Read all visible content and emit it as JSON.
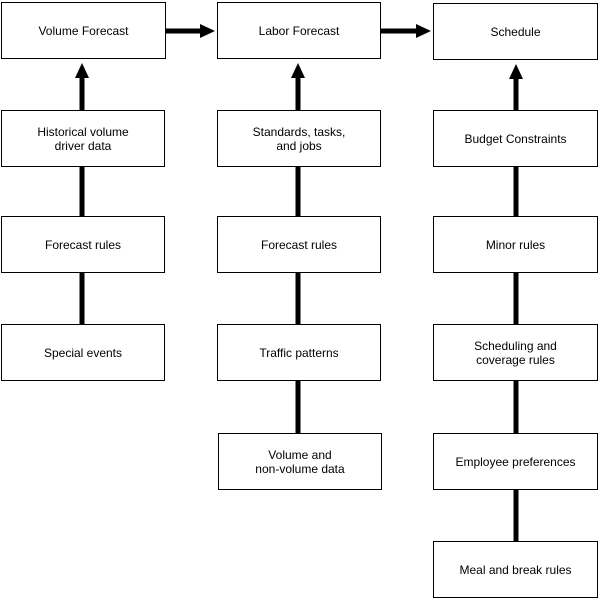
{
  "diagram": {
    "top_row": {
      "volume_forecast": "Volume Forecast",
      "labor_forecast": "Labor Forecast",
      "schedule": "Schedule"
    },
    "volume_column": {
      "historical": "Historical volume\ndriver data",
      "forecast_rules": "Forecast rules",
      "special_events": "Special events"
    },
    "labor_column": {
      "standards": "Standards, tasks,\nand jobs",
      "forecast_rules": "Forecast rules",
      "traffic_patterns": "Traffic patterns",
      "volume_data": "Volume and\nnon-volume data"
    },
    "schedule_column": {
      "budget": "Budget Constraints",
      "minor_rules": "Minor rules",
      "scheduling_coverage": "Scheduling and\ncoverage rules",
      "employee_preferences": "Employee preferences",
      "meal_break": "Meal and break rules"
    },
    "colors": {
      "line": "#000000",
      "box_border": "#000000",
      "box_fill": "#ffffff"
    }
  }
}
